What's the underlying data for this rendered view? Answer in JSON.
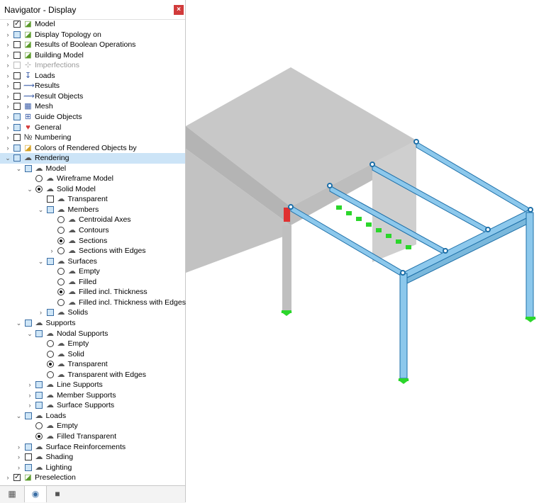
{
  "panel": {
    "title": "Navigator - Display",
    "close_glyph": "×"
  },
  "tree": [
    {
      "depth": 0,
      "exp": "collapsed",
      "ctrl": "checkbox",
      "state": "checked",
      "icon": "model-icon",
      "label": "Model"
    },
    {
      "depth": 0,
      "exp": "collapsed",
      "ctrl": "checkbox",
      "state": "partial",
      "icon": "topology-icon",
      "label": "Display Topology on"
    },
    {
      "depth": 0,
      "exp": "collapsed",
      "ctrl": "checkbox",
      "state": "unchecked",
      "icon": "boolean-icon",
      "label": "Results of Boolean Operations"
    },
    {
      "depth": 0,
      "exp": "collapsed",
      "ctrl": "checkbox",
      "state": "unchecked",
      "icon": "building-icon",
      "label": "Building Model"
    },
    {
      "depth": 0,
      "exp": "collapsed",
      "ctrl": "checkbox",
      "state": "disabled",
      "icon": "imperfections-icon",
      "label": "Imperfections",
      "disabled": true
    },
    {
      "depth": 0,
      "exp": "collapsed",
      "ctrl": "checkbox",
      "state": "unchecked",
      "icon": "loads-icon",
      "label": "Loads"
    },
    {
      "depth": 0,
      "exp": "collapsed",
      "ctrl": "checkbox",
      "state": "unchecked",
      "icon": "results-icon",
      "label": "Results"
    },
    {
      "depth": 0,
      "exp": "collapsed",
      "ctrl": "checkbox",
      "state": "unchecked",
      "icon": "result-objects-icon",
      "label": "Result Objects"
    },
    {
      "depth": 0,
      "exp": "collapsed",
      "ctrl": "checkbox",
      "state": "unchecked",
      "icon": "mesh-icon",
      "label": "Mesh"
    },
    {
      "depth": 0,
      "exp": "collapsed",
      "ctrl": "checkbox",
      "state": "partial",
      "icon": "guide-objects-icon",
      "label": "Guide Objects"
    },
    {
      "depth": 0,
      "exp": "collapsed",
      "ctrl": "checkbox",
      "state": "partial",
      "icon": "general-icon",
      "label": "General"
    },
    {
      "depth": 0,
      "exp": "collapsed",
      "ctrl": "checkbox",
      "state": "unchecked",
      "icon": "numbering-icon",
      "label": "Numbering"
    },
    {
      "depth": 0,
      "exp": "collapsed",
      "ctrl": "checkbox",
      "state": "partial",
      "icon": "colors-icon",
      "label": "Colors of Rendered Objects by"
    },
    {
      "depth": 0,
      "exp": "expanded",
      "ctrl": "checkbox",
      "state": "partial",
      "icon": "rendering-icon",
      "label": "Rendering",
      "selected": true
    },
    {
      "depth": 1,
      "exp": "expanded",
      "ctrl": "checkbox",
      "state": "partial",
      "icon": "rendering-icon",
      "label": "Model"
    },
    {
      "depth": 2,
      "exp": "none",
      "ctrl": "radio",
      "state": "off",
      "icon": "rendering-icon",
      "label": "Wireframe Model"
    },
    {
      "depth": 2,
      "exp": "expanded",
      "ctrl": "radio",
      "state": "on",
      "icon": "rendering-icon",
      "label": "Solid Model"
    },
    {
      "depth": 3,
      "exp": "none",
      "ctrl": "checkbox",
      "state": "unchecked",
      "icon": "rendering-icon",
      "label": "Transparent"
    },
    {
      "depth": 3,
      "exp": "expanded",
      "ctrl": "checkbox",
      "state": "partial",
      "icon": "rendering-icon",
      "label": "Members"
    },
    {
      "depth": 4,
      "exp": "none",
      "ctrl": "radio",
      "state": "off",
      "icon": "rendering-icon",
      "label": "Centroidal Axes"
    },
    {
      "depth": 4,
      "exp": "none",
      "ctrl": "radio",
      "state": "off",
      "icon": "rendering-icon",
      "label": "Contours"
    },
    {
      "depth": 4,
      "exp": "none",
      "ctrl": "radio",
      "state": "on",
      "icon": "rendering-icon",
      "label": "Sections"
    },
    {
      "depth": 4,
      "exp": "collapsed",
      "ctrl": "radio",
      "state": "off",
      "icon": "rendering-icon",
      "label": "Sections with Edges"
    },
    {
      "depth": 3,
      "exp": "expanded",
      "ctrl": "checkbox",
      "state": "partial",
      "icon": "rendering-icon",
      "label": "Surfaces"
    },
    {
      "depth": 4,
      "exp": "none",
      "ctrl": "radio",
      "state": "off",
      "icon": "rendering-icon",
      "label": "Empty"
    },
    {
      "depth": 4,
      "exp": "none",
      "ctrl": "radio",
      "state": "off",
      "icon": "rendering-icon",
      "label": "Filled"
    },
    {
      "depth": 4,
      "exp": "none",
      "ctrl": "radio",
      "state": "on",
      "icon": "rendering-icon",
      "label": "Filled incl. Thickness"
    },
    {
      "depth": 4,
      "exp": "none",
      "ctrl": "radio",
      "state": "off",
      "icon": "rendering-icon",
      "label": "Filled incl. Thickness with Edges"
    },
    {
      "depth": 3,
      "exp": "collapsed",
      "ctrl": "checkbox",
      "state": "partial",
      "icon": "rendering-icon",
      "label": "Solids"
    },
    {
      "depth": 1,
      "exp": "expanded",
      "ctrl": "checkbox",
      "state": "partial",
      "icon": "rendering-icon",
      "label": "Supports"
    },
    {
      "depth": 2,
      "exp": "expanded",
      "ctrl": "checkbox",
      "state": "partial",
      "icon": "rendering-icon",
      "label": "Nodal Supports"
    },
    {
      "depth": 3,
      "exp": "none",
      "ctrl": "radio",
      "state": "off",
      "icon": "rendering-icon",
      "label": "Empty"
    },
    {
      "depth": 3,
      "exp": "none",
      "ctrl": "radio",
      "state": "off",
      "icon": "rendering-icon",
      "label": "Solid"
    },
    {
      "depth": 3,
      "exp": "none",
      "ctrl": "radio",
      "state": "on",
      "icon": "rendering-icon",
      "label": "Transparent"
    },
    {
      "depth": 3,
      "exp": "none",
      "ctrl": "radio",
      "state": "off",
      "icon": "rendering-icon",
      "label": "Transparent with Edges"
    },
    {
      "depth": 2,
      "exp": "collapsed",
      "ctrl": "checkbox",
      "state": "partial",
      "icon": "rendering-icon",
      "label": "Line Supports"
    },
    {
      "depth": 2,
      "exp": "collapsed",
      "ctrl": "checkbox",
      "state": "partial",
      "icon": "rendering-icon",
      "label": "Member Supports"
    },
    {
      "depth": 2,
      "exp": "collapsed",
      "ctrl": "checkbox",
      "state": "partial",
      "icon": "rendering-icon",
      "label": "Surface Supports"
    },
    {
      "depth": 1,
      "exp": "expanded",
      "ctrl": "checkbox",
      "state": "partial",
      "icon": "rendering-icon",
      "label": "Loads"
    },
    {
      "depth": 2,
      "exp": "none",
      "ctrl": "radio",
      "state": "off",
      "icon": "rendering-icon",
      "label": "Empty"
    },
    {
      "depth": 2,
      "exp": "none",
      "ctrl": "radio",
      "state": "on",
      "icon": "rendering-icon",
      "label": "Filled Transparent"
    },
    {
      "depth": 1,
      "exp": "collapsed",
      "ctrl": "checkbox",
      "state": "partial",
      "icon": "rendering-icon",
      "label": "Surface Reinforcements"
    },
    {
      "depth": 1,
      "exp": "collapsed",
      "ctrl": "checkbox",
      "state": "unchecked",
      "icon": "rendering-icon",
      "label": "Shading"
    },
    {
      "depth": 1,
      "exp": "collapsed",
      "ctrl": "checkbox",
      "state": "partial",
      "icon": "rendering-icon",
      "label": "Lighting"
    },
    {
      "depth": 0,
      "exp": "collapsed",
      "ctrl": "checkbox",
      "state": "checked",
      "icon": "preselection-icon",
      "label": "Preselection"
    }
  ],
  "bottom_tabs": [
    {
      "name": "data-tab",
      "icon": "data-icon",
      "glyph": "▦",
      "active": false
    },
    {
      "name": "display-tab",
      "icon": "eye-icon",
      "glyph": "◉",
      "active": true
    },
    {
      "name": "views-tab",
      "icon": "camera-icon",
      "glyph": "■",
      "active": false
    }
  ],
  "icons": {
    "model-icon": {
      "glyph": "◪",
      "color": "#5a9a2a"
    },
    "topology-icon": {
      "glyph": "◪",
      "color": "#5a9a2a"
    },
    "boolean-icon": {
      "glyph": "◪",
      "color": "#5a9a2a"
    },
    "building-icon": {
      "glyph": "◪",
      "color": "#5a9a2a"
    },
    "imperfections-icon": {
      "glyph": "⊹",
      "color": "#a0a0a0"
    },
    "loads-icon": {
      "glyph": "↧",
      "color": "#3a5ca8"
    },
    "results-icon": {
      "glyph": "⟿",
      "color": "#3a5ca8"
    },
    "result-objects-icon": {
      "glyph": "⟿",
      "color": "#3a5ca8"
    },
    "mesh-icon": {
      "glyph": "▦",
      "color": "#3a5ca8"
    },
    "guide-objects-icon": {
      "glyph": "⊞",
      "color": "#3a5ca8"
    },
    "general-icon": {
      "glyph": "♥",
      "color": "#d43a3a"
    },
    "numbering-icon": {
      "glyph": "№",
      "color": "#333333"
    },
    "colors-icon": {
      "glyph": "◪",
      "color": "#d4a020"
    },
    "rendering-icon": {
      "glyph": "☁",
      "color": "#555555"
    },
    "preselection-icon": {
      "glyph": "◪",
      "color": "#5a9a2a"
    }
  },
  "scene": {
    "colors": {
      "slab": "#c4c4c4",
      "member": "#8cc8ec",
      "support": "#2bd62b",
      "node": "#1d6fa8",
      "highlight": "#e03030"
    }
  }
}
